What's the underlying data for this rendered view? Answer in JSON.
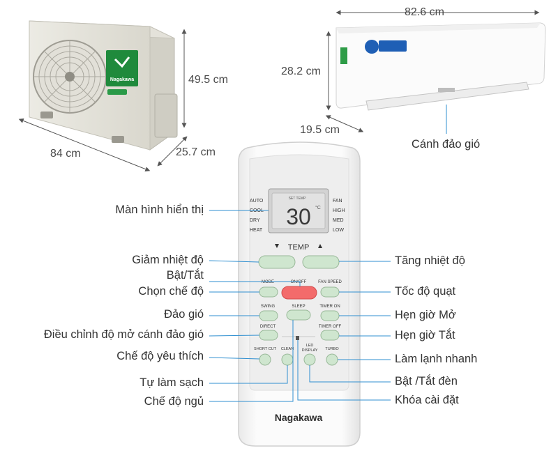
{
  "dimensions": {
    "outdoor_height": "49.5 cm",
    "outdoor_width": "84 cm",
    "outdoor_depth": "25.7 cm",
    "indoor_width": "82.6 cm",
    "indoor_height": "28.2 cm",
    "indoor_depth": "19.5 cm"
  },
  "indoor_unit": {
    "louver_label": "Cánh đảo gió"
  },
  "outdoor_unit": {
    "brand": "Nagakawa"
  },
  "remote": {
    "brand": "Nagakawa",
    "display": {
      "temperature": "30",
      "unit": "°C",
      "set_temp": "SET TEMP",
      "modes": [
        "AUTO",
        "COOL",
        "DRY",
        "HEAT"
      ],
      "fan_levels": [
        "FAN",
        "HIGH",
        "MED",
        "LOW"
      ]
    },
    "temp_label": "TEMP",
    "buttons": {
      "mode": "MODE",
      "onoff": "ON/OFF",
      "fan_speed": "FAN SPEED",
      "swing": "SWING",
      "sleep": "SLEEP",
      "timer_on": "TIMER ON",
      "direct": "DIRECT",
      "timer_off": "TIMER OFF",
      "shortcut": "SHORT CUT",
      "clean": "CLEAN",
      "led_display_1": "LED",
      "led_display_2": "DISPLAY",
      "turbo": "TURBO"
    }
  },
  "callouts": {
    "display_screen": "Màn hình hiển thị",
    "temp_down": "Giảm nhiệt độ",
    "power": "Bật/Tắt",
    "mode": "Chọn chế độ",
    "swing": "Đảo gió",
    "direct": "Điều chỉnh độ mở cánh đảo gió",
    "shortcut": "Chế độ yêu thích",
    "clean": "Tự làm sạch",
    "sleep": "Chế độ ngủ",
    "temp_up": "Tăng nhiệt độ",
    "fan_speed": "Tốc độ quạt",
    "timer_on": "Hẹn giờ Mở",
    "timer_off": "Hẹn giờ Tắt",
    "turbo": "Làm lạnh nhanh",
    "led": "Bật /Tắt đèn",
    "lock": "Khóa cài đặt"
  },
  "colors": {
    "label_text": "#333333",
    "leader_line": "#2f8fd0",
    "power_button": "#f36b6b",
    "remote_button": "#cfe6cf",
    "outdoor_logo": "#1f8a3c"
  }
}
